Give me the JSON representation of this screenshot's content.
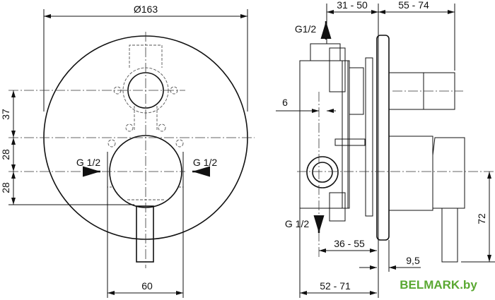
{
  "front_view": {
    "diameter": "Ø163",
    "dim_37": "37",
    "dim_28_upper": "28",
    "dim_28_lower": "28",
    "dim_60": "60",
    "inlet_left": "G 1/2",
    "inlet_right": "G 1/2"
  },
  "side_view": {
    "dim_31_50": "31 - 50",
    "dim_55_74": "55 - 74",
    "outlet_top": "G1/2",
    "dim_6": "6",
    "outlet_bottom": "G 1/2",
    "dim_36_55": "36 - 55",
    "dim_9_5": "9,5",
    "dim_52_71": "52 - 71",
    "dim_72": "72"
  },
  "watermark": "BELMARK.by",
  "colors": {
    "body_fill": "#c9dadb",
    "watermark": "#5aa832"
  }
}
